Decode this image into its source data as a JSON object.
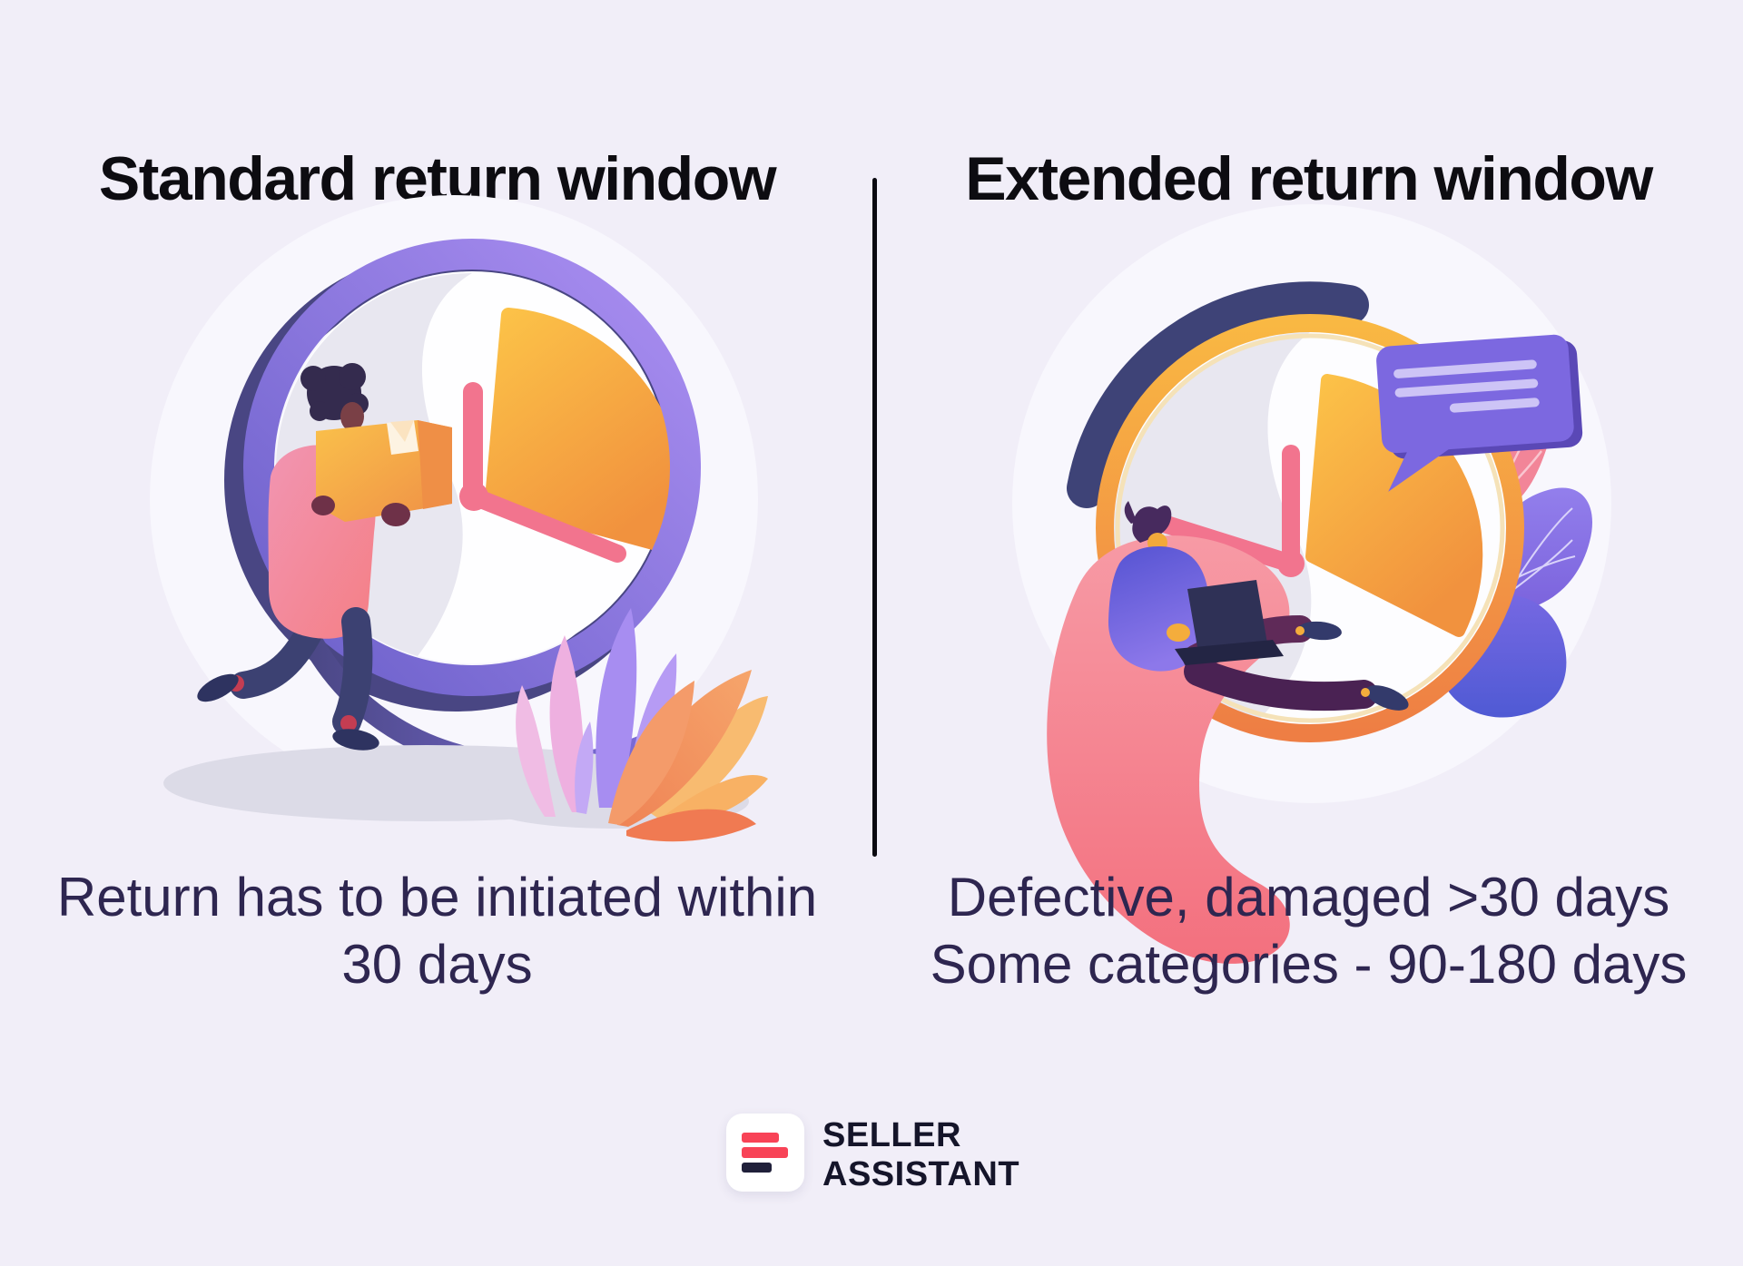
{
  "page": {
    "background": "#f1eef8",
    "divider_color": "#0a0910"
  },
  "left_panel": {
    "heading": "Standard return window",
    "caption_line1": "Return has to be initiated within",
    "caption_line2": "30 days",
    "illustration": "man-carrying-package-in-front-of-clock"
  },
  "right_panel": {
    "heading": "Extended return window",
    "caption_line1": "Defective, damaged >30 days",
    "caption_line2": "Some categories - 90-180 days",
    "illustration": "person-with-laptop-clock-and-speech-bubble"
  },
  "logo": {
    "name_line1": "SELLER",
    "name_line2": "ASSISTANT",
    "bar_colors": [
      "#f84357",
      "#f84357",
      "#20203a"
    ],
    "text_color": "#15152a"
  },
  "colors": {
    "heading_text": "#0d0c11",
    "caption_text": "#2e2650",
    "clock_ring_purple": "#ab8ff2",
    "clock_ring_yellow": "#f9b843",
    "pie_sector_orange": "#f6ab43",
    "clock_hands_pink": "#f2748e",
    "speech_bubble_purple": "#7c68e0",
    "person_shirt_pink": "#f28da7",
    "person_shirt_blue": "#5553d2",
    "beanbag_pink": "#f58a98",
    "foliage_coral": "#f2875f",
    "foliage_violet": "#a78df1",
    "leaf_blue": "#5560d8"
  }
}
